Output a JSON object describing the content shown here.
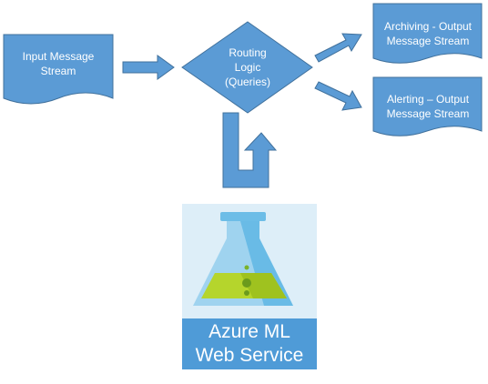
{
  "nodes": {
    "input": {
      "line1": "Input Message",
      "line2": "Stream"
    },
    "routing": {
      "line1": "Routing",
      "line2": "Logic",
      "line3": "(Queries)"
    },
    "archiving": {
      "line1": "Archiving - Output",
      "line2": "Message Stream"
    },
    "alerting": {
      "line1": "Alerting – Output",
      "line2": "Message Stream"
    },
    "azure_ml": {
      "line1": "Azure ML",
      "line2": "Web Service"
    }
  },
  "colors": {
    "shape_fill": "#5b9bd5",
    "shape_stroke": "#41719c",
    "ml_background": "#ddeef8",
    "ml_label_bg": "#4f9bd7",
    "flask_glass": "#7fc6ea",
    "flask_liquid": "#b5d52c"
  },
  "icons": {
    "azure_ml": "erlenmeyer-flask-icon"
  }
}
